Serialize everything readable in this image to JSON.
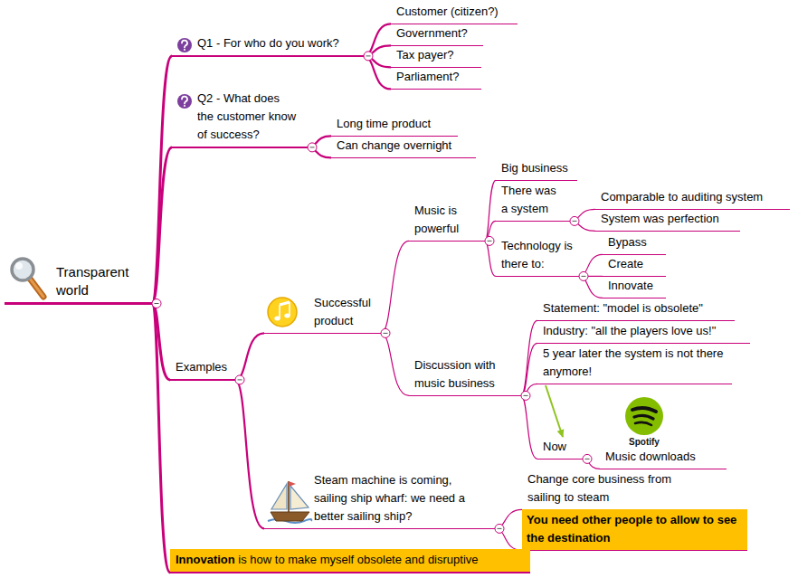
{
  "diagram": {
    "nodes": [
      {
        "text": [
          "Transparent world"
        ]
      },
      {
        "text": [
          "Q1 - For who do you work?"
        ]
      },
      {
        "text": [
          "Customer (citizen?)"
        ]
      },
      {
        "text": [
          "Government?"
        ]
      },
      {
        "text": [
          "Tax payer?"
        ]
      },
      {
        "text": [
          "Parliament?"
        ]
      },
      {
        "text": [
          "Q2 - What does the customer know of success?"
        ]
      },
      {
        "text": [
          "Long time product"
        ]
      },
      {
        "text": [
          "Can change overnight"
        ]
      },
      {
        "text": [
          "Examples"
        ]
      },
      {
        "text": [
          "Successful product"
        ]
      },
      {
        "text": [
          "Music is powerful"
        ]
      },
      {
        "text": [
          "Big business"
        ]
      },
      {
        "text": [
          "There was a system"
        ]
      },
      {
        "text": [
          "Comparable to auditing system"
        ]
      },
      {
        "text": [
          "System was perfection"
        ]
      },
      {
        "text": [
          "Technology is there to:"
        ]
      },
      {
        "text": [
          "Bypass"
        ]
      },
      {
        "text": [
          "Create"
        ]
      },
      {
        "text": [
          "Innovate"
        ]
      },
      {
        "text": [
          "Discussion with music business"
        ]
      },
      {
        "text": [
          "Statement: \"model is obsolete\""
        ]
      },
      {
        "text": [
          "Industry: \"all the players love us!\""
        ]
      },
      {
        "text": [
          "5 year later the system is not there anymore!"
        ]
      },
      {
        "text": [
          "Now"
        ]
      },
      {
        "text": [
          "Spotify",
          "Music downloads"
        ]
      },
      {
        "text": [
          "Steam machine is coming, sailing ship wharf: we need a better sailing ship?"
        ]
      },
      {
        "text": [
          "Change core business from sailing to steam"
        ]
      },
      {
        "text": [
          "You need other people to allow to see the destination"
        ]
      },
      {
        "text": [
          "Innovation is how to make myself obsolete and disruptive"
        ]
      }
    ],
    "edges": [
      {
        "from": 0,
        "to": 1,
        "arrow": "none"
      },
      {
        "from": 0,
        "to": 6,
        "arrow": "none"
      },
      {
        "from": 0,
        "to": 9,
        "arrow": "none"
      },
      {
        "from": 0,
        "to": 29,
        "arrow": "none"
      },
      {
        "from": 1,
        "to": 2,
        "arrow": "none"
      },
      {
        "from": 1,
        "to": 3,
        "arrow": "none"
      },
      {
        "from": 1,
        "to": 4,
        "arrow": "none"
      },
      {
        "from": 1,
        "to": 5,
        "arrow": "none"
      },
      {
        "from": 6,
        "to": 7,
        "arrow": "none"
      },
      {
        "from": 6,
        "to": 8,
        "arrow": "none"
      },
      {
        "from": 9,
        "to": 10,
        "arrow": "none"
      },
      {
        "from": 9,
        "to": 26,
        "arrow": "none"
      },
      {
        "from": 10,
        "to": 11,
        "arrow": "none"
      },
      {
        "from": 10,
        "to": 20,
        "arrow": "none"
      },
      {
        "from": 11,
        "to": 12,
        "arrow": "none"
      },
      {
        "from": 11,
        "to": 13,
        "arrow": "none"
      },
      {
        "from": 11,
        "to": 16,
        "arrow": "none"
      },
      {
        "from": 13,
        "to": 14,
        "arrow": "none"
      },
      {
        "from": 13,
        "to": 15,
        "arrow": "none"
      },
      {
        "from": 16,
        "to": 17,
        "arrow": "none"
      },
      {
        "from": 16,
        "to": 18,
        "arrow": "none"
      },
      {
        "from": 16,
        "to": 19,
        "arrow": "none"
      },
      {
        "from": 20,
        "to": 21,
        "arrow": "none"
      },
      {
        "from": 20,
        "to": 22,
        "arrow": "none"
      },
      {
        "from": 20,
        "to": 23,
        "arrow": "none"
      },
      {
        "from": 20,
        "to": 24,
        "arrow": "none"
      },
      {
        "from": 24,
        "to": 25,
        "arrow": "none"
      },
      {
        "from": 26,
        "to": 27,
        "arrow": "none"
      },
      {
        "from": 26,
        "to": 28,
        "arrow": "none"
      },
      {
        "from": 23,
        "to": 24,
        "arrow": "to"
      }
    ]
  }
}
